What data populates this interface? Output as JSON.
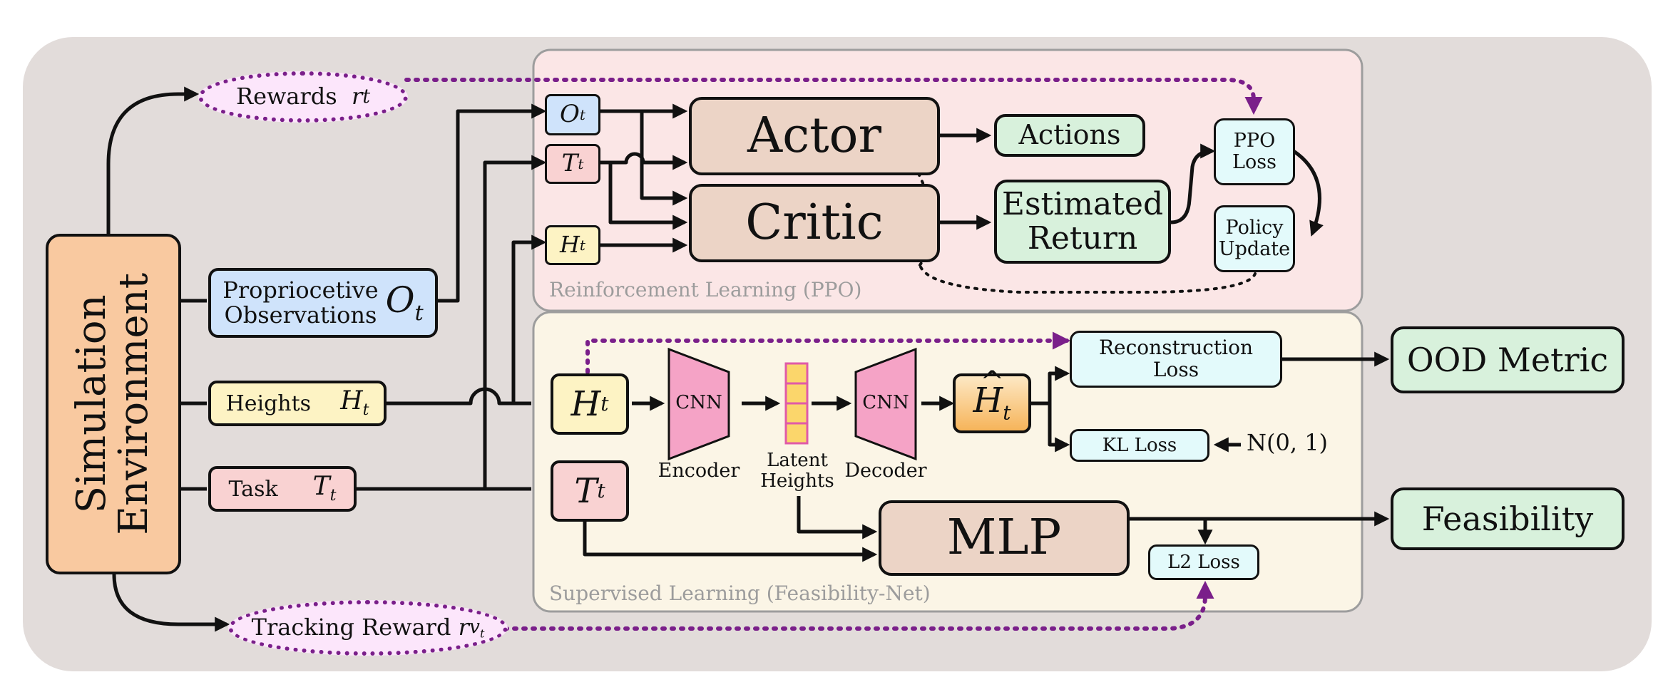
{
  "colors": {
    "outer_bg": "#e2dcda",
    "rl_bg": "#fbe6e6",
    "sl_bg": "#fbf5e6",
    "orange": "#f9c9a0",
    "blue": "#cfe3fb",
    "yellow": "#fdf3c4",
    "pink": "#f9d2d2",
    "brown": "#ecd4c6",
    "green": "#d8f1dc",
    "cyan": "#e3fafb",
    "magenta_fill": "#fce6fb",
    "purple_dotted": "#7a1f8a",
    "cnn_pink": "#f5a3c6",
    "latent_yellow": "#fbd66b"
  },
  "sim_env": {
    "line1": "Simulation",
    "line2": "Environment"
  },
  "rewards": {
    "label": "Rewards",
    "symbol": "r",
    "sub": "t"
  },
  "tracking_reward": {
    "label": "Tracking Reward",
    "symbol": "r",
    "sub": "v",
    "subsub": "t"
  },
  "proprio": {
    "line1": "Propriocetive",
    "line2": "Observations",
    "symbol": "O",
    "sub": "t"
  },
  "heights": {
    "label": "Heights",
    "symbol": "H",
    "sub": "t"
  },
  "task": {
    "label": "Task",
    "symbol": "T",
    "sub": "t"
  },
  "rl": {
    "region_label": "Reinforcement Learning (PPO)",
    "o_input": {
      "symbol": "O",
      "sub": "t"
    },
    "t_input": {
      "symbol": "T",
      "sub": "t"
    },
    "h_input": {
      "symbol": "H",
      "sub": "t"
    },
    "actor": "Actor",
    "critic": "Critic",
    "actions": "Actions",
    "estimated_return": {
      "line1": "Estimated",
      "line2": "Return"
    },
    "ppo_loss": {
      "line1": "PPO",
      "line2": "Loss"
    },
    "policy_update": {
      "line1": "Policy",
      "line2": "Update"
    }
  },
  "sl": {
    "region_label": "Supervised Learning (Feasibility-Net)",
    "h_input": {
      "symbol": "H",
      "sub": "t"
    },
    "t_input": {
      "symbol": "T",
      "sub": "t"
    },
    "encoder_cnn": "CNN",
    "encoder_label": "Encoder",
    "latent_label": {
      "line1": "Latent",
      "line2": "Heights"
    },
    "decoder_cnn": "CNN",
    "decoder_label": "Decoder",
    "h_hat": {
      "symbol": "H",
      "hat": "^",
      "sub": "t"
    },
    "reconstruction_loss": {
      "line1": "Reconstruction",
      "line2": "Loss"
    },
    "kl_loss": "KL Loss",
    "normal_prior": "N(0, 1)",
    "mlp": "MLP",
    "l2_loss": "L2 Loss"
  },
  "ood_metric": "OOD Metric",
  "feasibility": "Feasibility"
}
